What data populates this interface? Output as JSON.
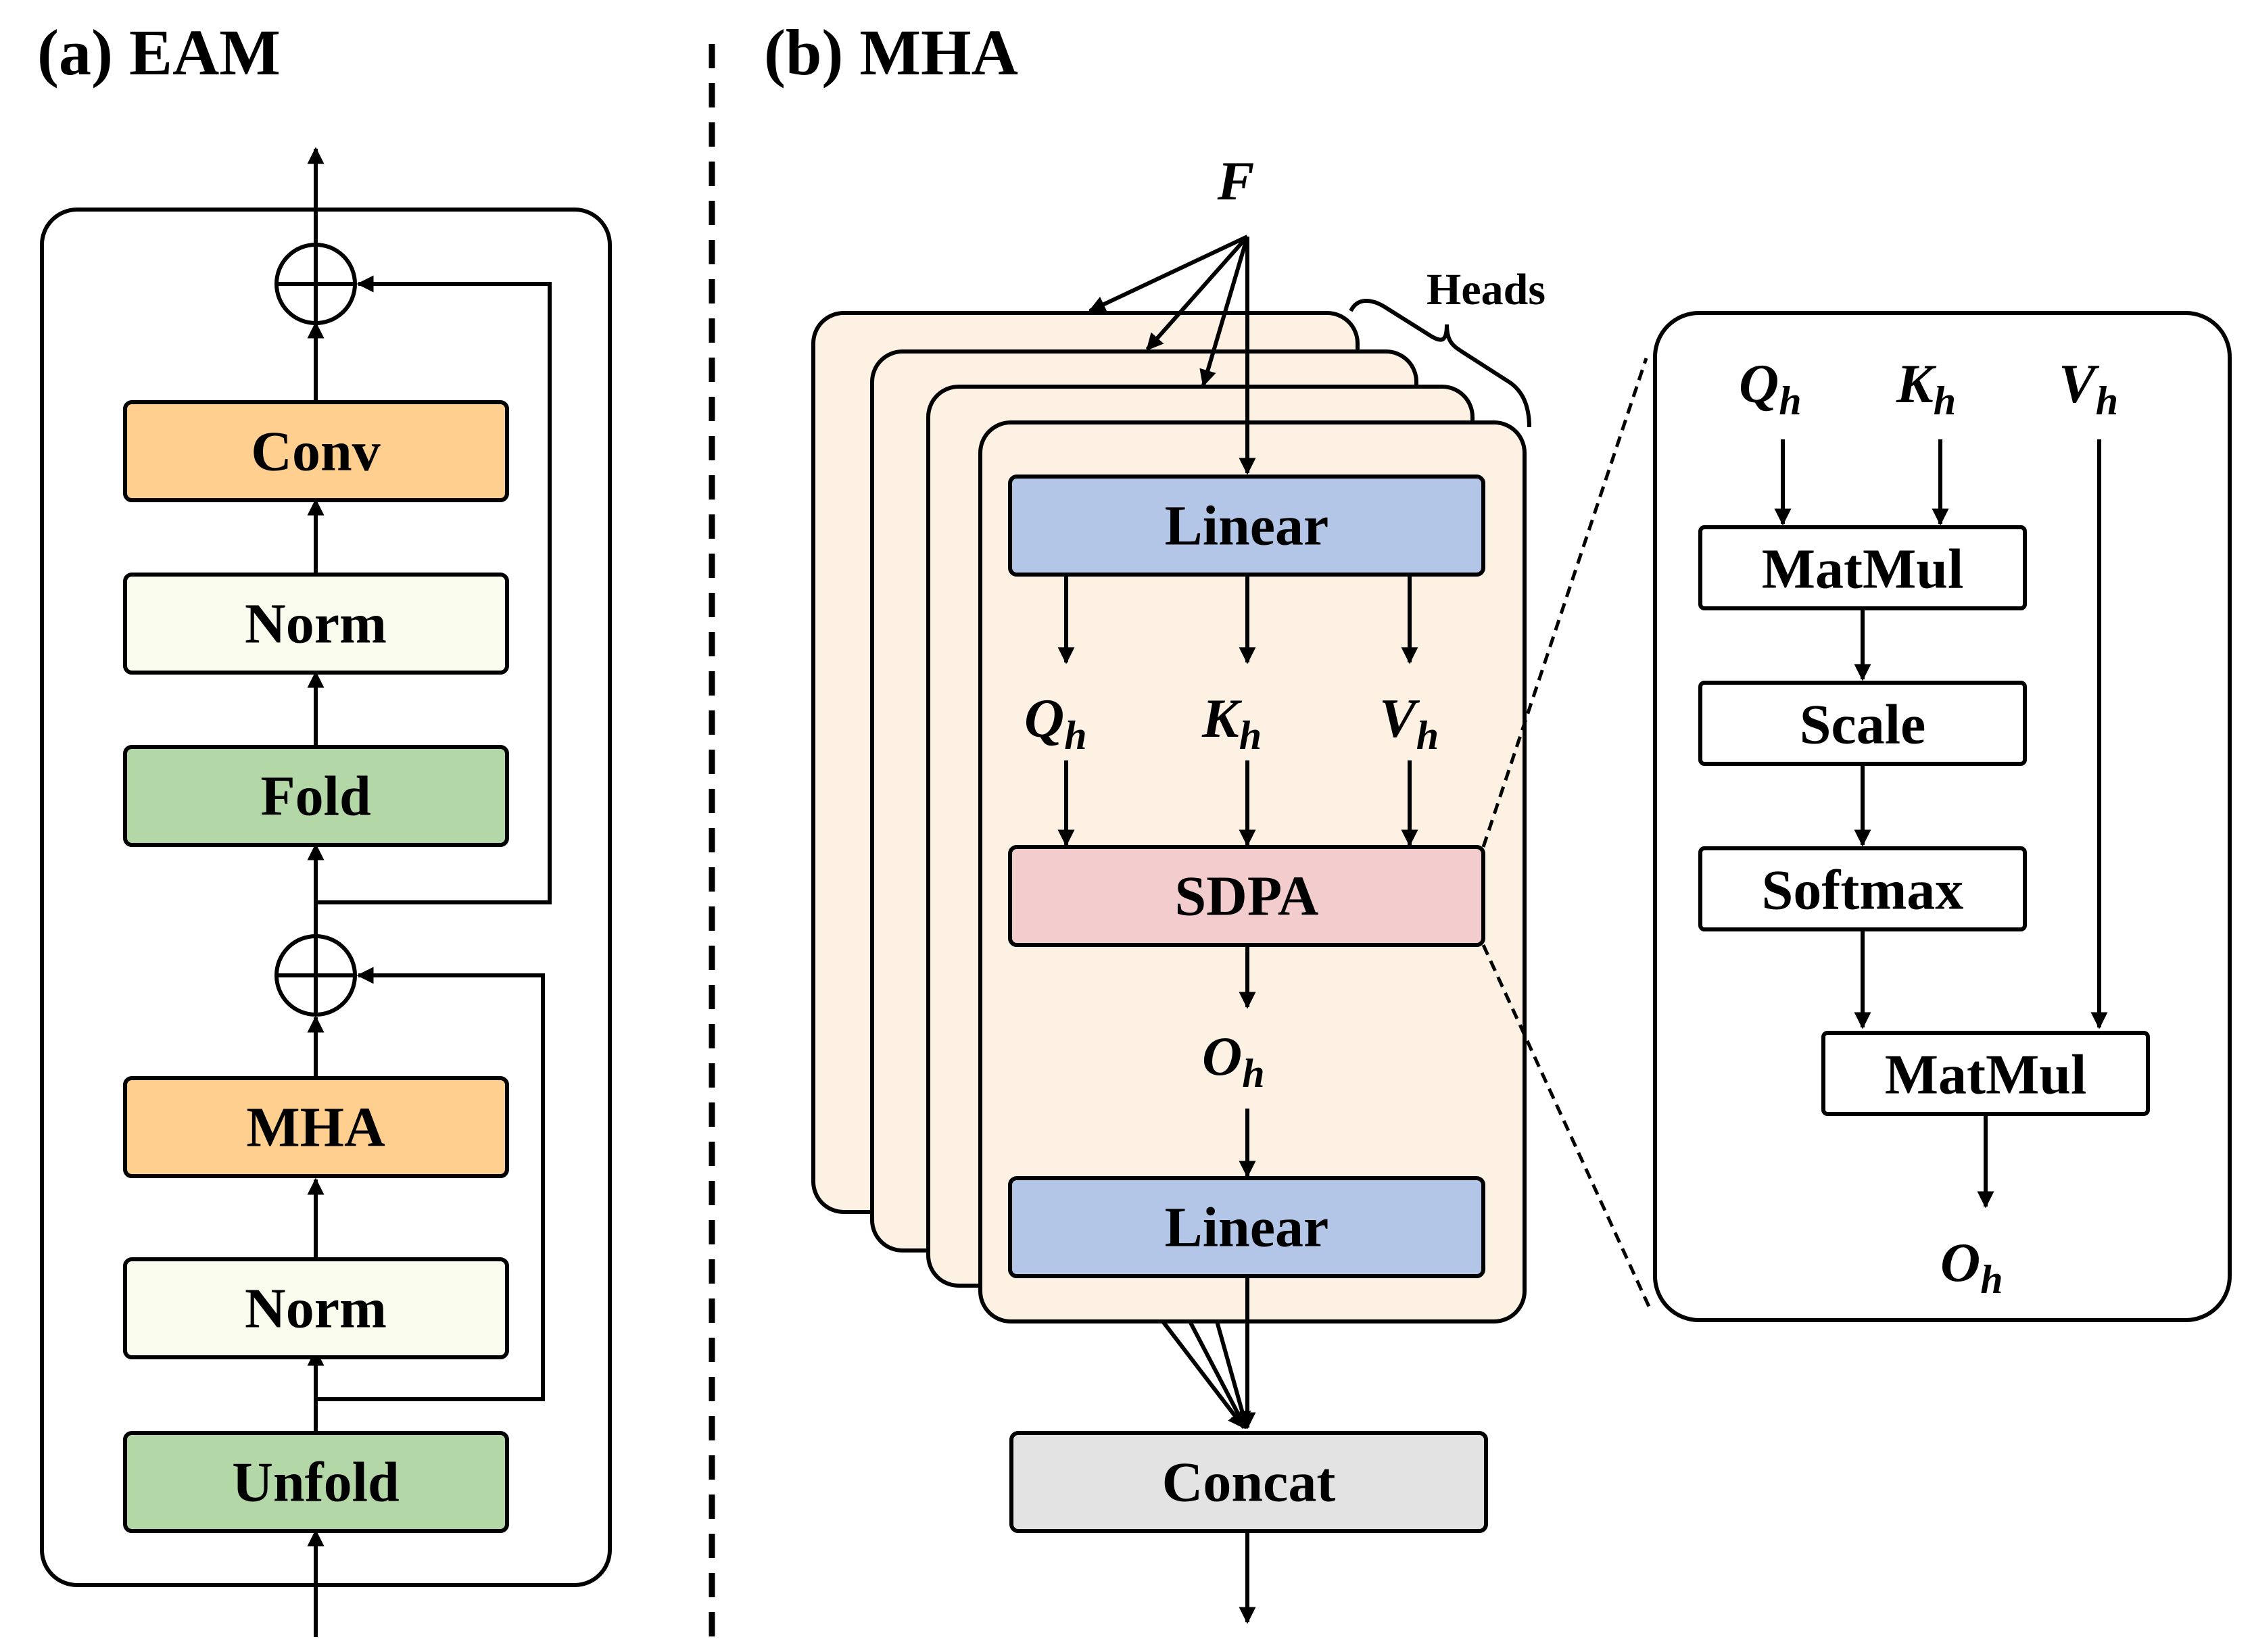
{
  "panel_a": {
    "title": "(a) EAM",
    "blocks": {
      "conv": "Conv",
      "norm_top": "Norm",
      "fold": "Fold",
      "mha": "MHA",
      "norm_bottom": "Norm",
      "unfold": "Unfold"
    }
  },
  "panel_b": {
    "title": "(b) MHA",
    "input": "F",
    "heads_label": "Heads",
    "linear_in": "Linear",
    "q": {
      "base": "Q",
      "sub": "h"
    },
    "k": {
      "base": "K",
      "sub": "h"
    },
    "v": {
      "base": "V",
      "sub": "h"
    },
    "sdpa": "SDPA",
    "o": {
      "base": "O",
      "sub": "h"
    },
    "linear_out": "Linear",
    "concat": "Concat"
  },
  "sdpa_detail": {
    "q": {
      "base": "Q",
      "sub": "h"
    },
    "k": {
      "base": "K",
      "sub": "h"
    },
    "v": {
      "base": "V",
      "sub": "h"
    },
    "matmul_1": "MatMul",
    "scale": "Scale",
    "softmax": "Softmax",
    "matmul_2": "MatMul",
    "o": {
      "base": "O",
      "sub": "h"
    }
  },
  "colors": {
    "orange_block": "#fecf8f",
    "norm_block": "#f9fbed",
    "green_block": "#b4d7a8",
    "head_fill": "#fdf1e4",
    "linear_block": "#b3c6e7",
    "sdpa_block": "#f3cdcd",
    "concat_block": "#e3e3e3"
  }
}
